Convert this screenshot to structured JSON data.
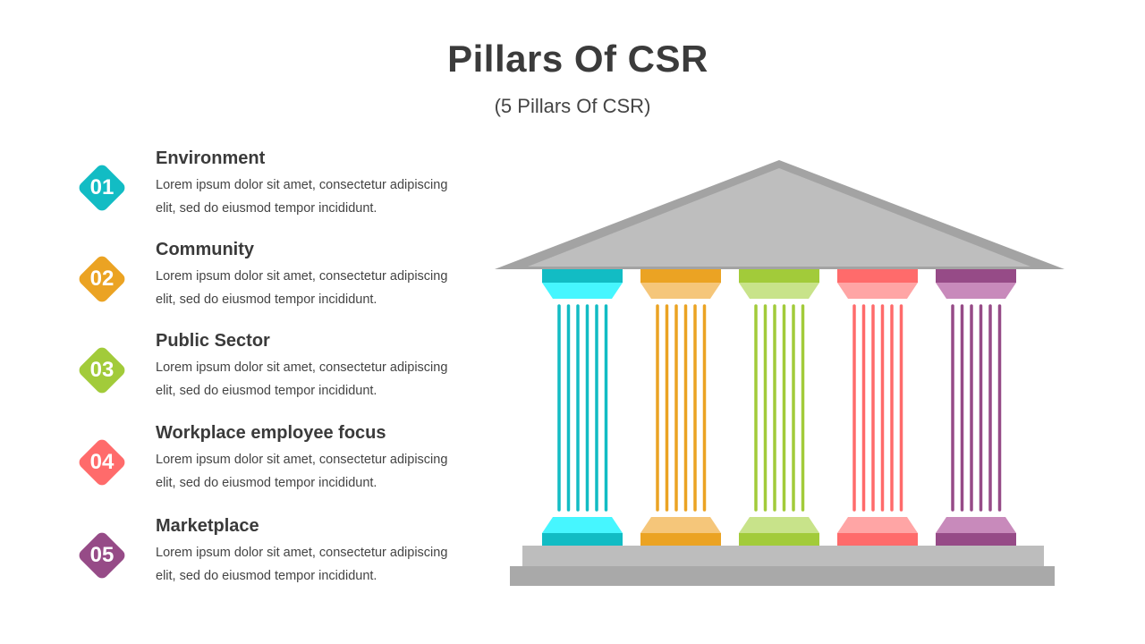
{
  "title": "Pillars Of CSR",
  "subtitle": "(5 Pillars Of CSR)",
  "items": [
    {
      "number": "01",
      "title": "Environment",
      "description": "Lorem ipsum dolor sit amet, consectetur adipiscing elit, sed do eiusmod tempor incididunt.",
      "color": "#12BCC4"
    },
    {
      "number": "02",
      "title": "Community",
      "description": "Lorem ipsum dolor sit amet, consectetur adipiscing elit, sed do eiusmod tempor incididunt.",
      "color": "#EBA323"
    },
    {
      "number": "03",
      "title": "Public Sector",
      "description": "Lorem ipsum dolor sit amet, consectetur adipiscing elit, sed do eiusmod tempor incididunt.",
      "color": "#A2CB3A"
    },
    {
      "number": "04",
      "title": "Workplace  employee  focus",
      "description": "Lorem ipsum dolor sit amet, consectetur adipiscing elit, sed do eiusmod tempor incididunt.",
      "color": "#FF6B6B"
    },
    {
      "number": "05",
      "title": "Marketplace",
      "description": "Lorem ipsum dolor sit amet, consectetur adipiscing elit, sed do eiusmod tempor incididunt.",
      "color": "#964B87"
    }
  ],
  "pillars": [
    {
      "color": "#12BCC4",
      "light": "#46F6FF"
    },
    {
      "color": "#EBA323",
      "light": "#F5C67A"
    },
    {
      "color": "#A2CB3A",
      "light": "#C8E38A"
    },
    {
      "color": "#FF6B6B",
      "light": "#FFA5A5"
    },
    {
      "color": "#964B87",
      "light": "#C88ABB"
    }
  ],
  "colors": {
    "roof": "#BEBEBE",
    "roof_edge": "#A3A3A3",
    "base": "#BDBDBD",
    "base_bottom": "#A9A9A9"
  }
}
